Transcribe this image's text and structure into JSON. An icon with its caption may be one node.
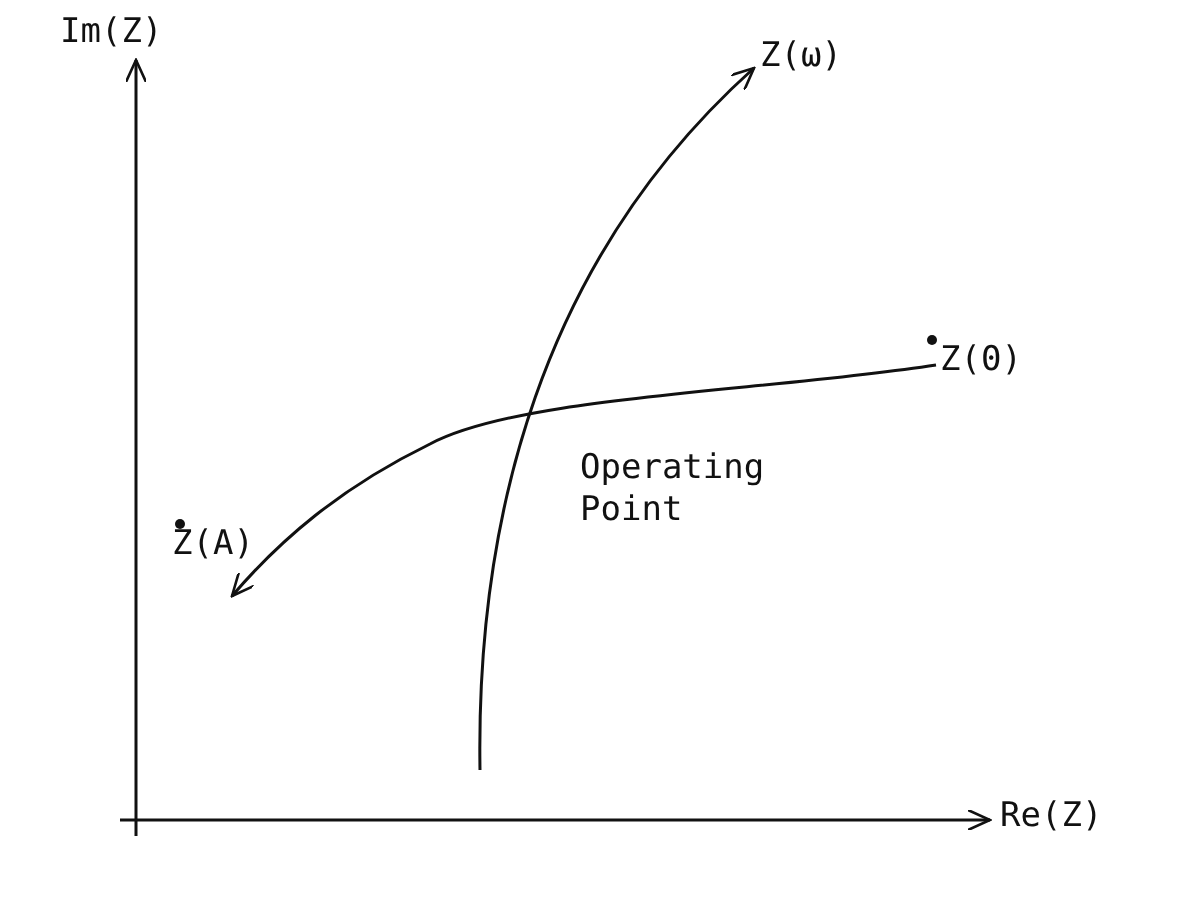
{
  "diagram": {
    "nodes": [
      {
        "text": [
          "Z(ω)"
        ]
      },
      {
        "text": [
          "Z(0)"
        ]
      },
      {
        "text": [
          "Z(A)"
        ]
      }
    ],
    "edges": [
      {
        "from": null,
        "to": 0,
        "arrow": "to"
      },
      {
        "from": 1,
        "to": 2,
        "arrow": "to"
      }
    ],
    "labels": [
      "Im(Z)",
      "Operating Point",
      "Re(Z)"
    ]
  }
}
